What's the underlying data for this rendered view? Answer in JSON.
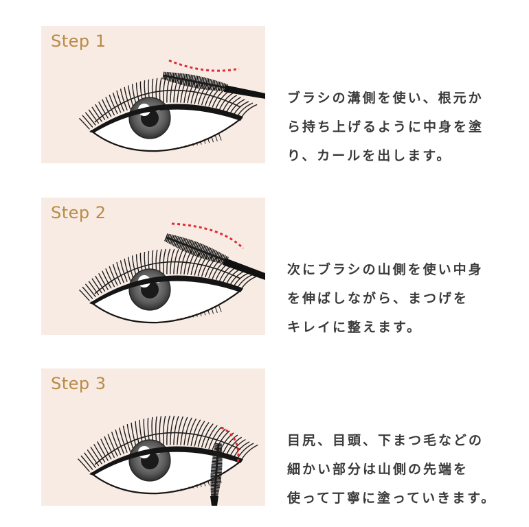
{
  "colors": {
    "panel_bg": "#f8ebe3",
    "step_label": "#b98a45",
    "text": "#3a3a3a",
    "guide_line": "#e02a35",
    "lash": "#1c1c1c"
  },
  "steps": [
    {
      "label": "Step 1",
      "brush": "horizontal-brush-under-lashes",
      "lines": [
        "ブラシの溝側を使い、根元か",
        "ら持ち上げるように中身を塗",
        "り、カールを出します。"
      ]
    },
    {
      "label": "Step 2",
      "brush": "angled-brush-through-lashes",
      "lines": [
        "次にブラシの山側を使い中身",
        "を伸ばしながら、まつげを",
        "キレイに整えます。"
      ]
    },
    {
      "label": "Step 3",
      "brush": "vertical-brush-at-outer-corner",
      "lines": [
        "目尻、目頭、下まつ毛などの",
        "細かい部分は山側の先端を",
        "使って丁寧に塗っていきます。"
      ]
    }
  ]
}
